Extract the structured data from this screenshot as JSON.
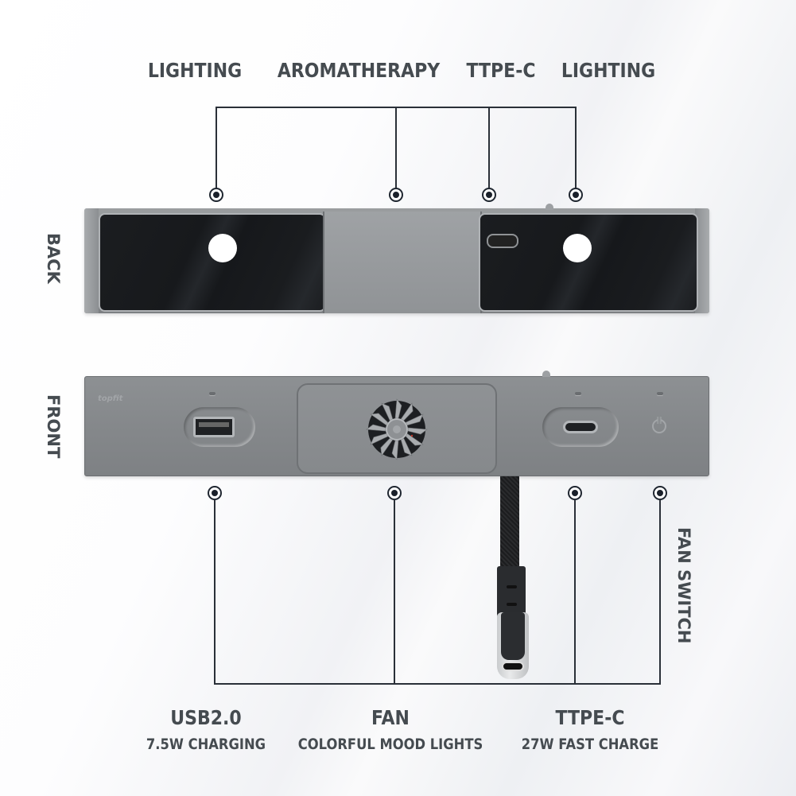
{
  "top_labels": {
    "lighting_left": "LIGHTING",
    "aromatherapy": "AROMATHERAPY",
    "type_c_back": "TTPE-C",
    "lighting_right": "LIGHTING"
  },
  "side_labels": {
    "back": "BACK",
    "front": "FRONT",
    "fan_switch": "FAN SWITCH"
  },
  "bottom_labels": [
    {
      "title": "USB2.0",
      "subtitle": "7.5W CHARGING"
    },
    {
      "title": "FAN",
      "subtitle": "COLORFUL MOOD LIGHTS"
    },
    {
      "title": "TTPE-C",
      "subtitle": "27W FAST CHARGE"
    }
  ],
  "device": {
    "brand": "topfit"
  },
  "colors": {
    "text": "#454b50",
    "lines": "#2a3038",
    "device_body": "#888b8e",
    "glass": "#1b1d20"
  }
}
